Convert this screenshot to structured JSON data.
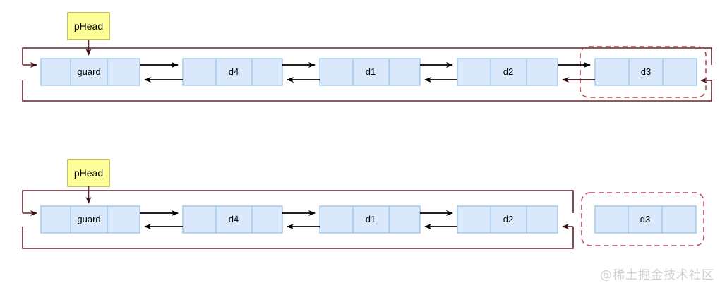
{
  "diagram": {
    "title": "doubly linked list with guard node - node removal",
    "colors": {
      "node_fill": "#dae8fc",
      "node_stroke": "#9ac2e9",
      "pointer_fill": "#ffff99",
      "pointer_stroke": "#a6a637",
      "link_arrow": "#000000",
      "loop_line": "#61242b",
      "dashed_box": "#b5495b",
      "watermark": "#cfcfcf"
    },
    "panels": [
      {
        "id": "before",
        "pointer_box": {
          "label": "pHead"
        },
        "nodes": [
          {
            "id": "guard-top",
            "label": "guard"
          },
          {
            "id": "d4-top",
            "label": "d4"
          },
          {
            "id": "d1-top",
            "label": "d1"
          },
          {
            "id": "d2-top",
            "label": "d2"
          },
          {
            "id": "d3-top",
            "label": "d3",
            "highlighted": true
          }
        ],
        "highlight_note": "d3 node enclosed in dashed selection box, still linked into the list"
      },
      {
        "id": "after",
        "pointer_box": {
          "label": "pHead"
        },
        "nodes": [
          {
            "id": "guard-bottom",
            "label": "guard"
          },
          {
            "id": "d4-bottom",
            "label": "d4"
          },
          {
            "id": "d1-bottom",
            "label": "d1"
          },
          {
            "id": "d2-bottom",
            "label": "d2"
          }
        ],
        "detached": [
          {
            "id": "d3-bottom",
            "label": "d3",
            "highlighted": true
          }
        ],
        "highlight_note": "d3 node detached from the list, dashed selection box is now isolated"
      }
    ],
    "watermark": {
      "label": "@稀土掘金技术社区"
    }
  }
}
